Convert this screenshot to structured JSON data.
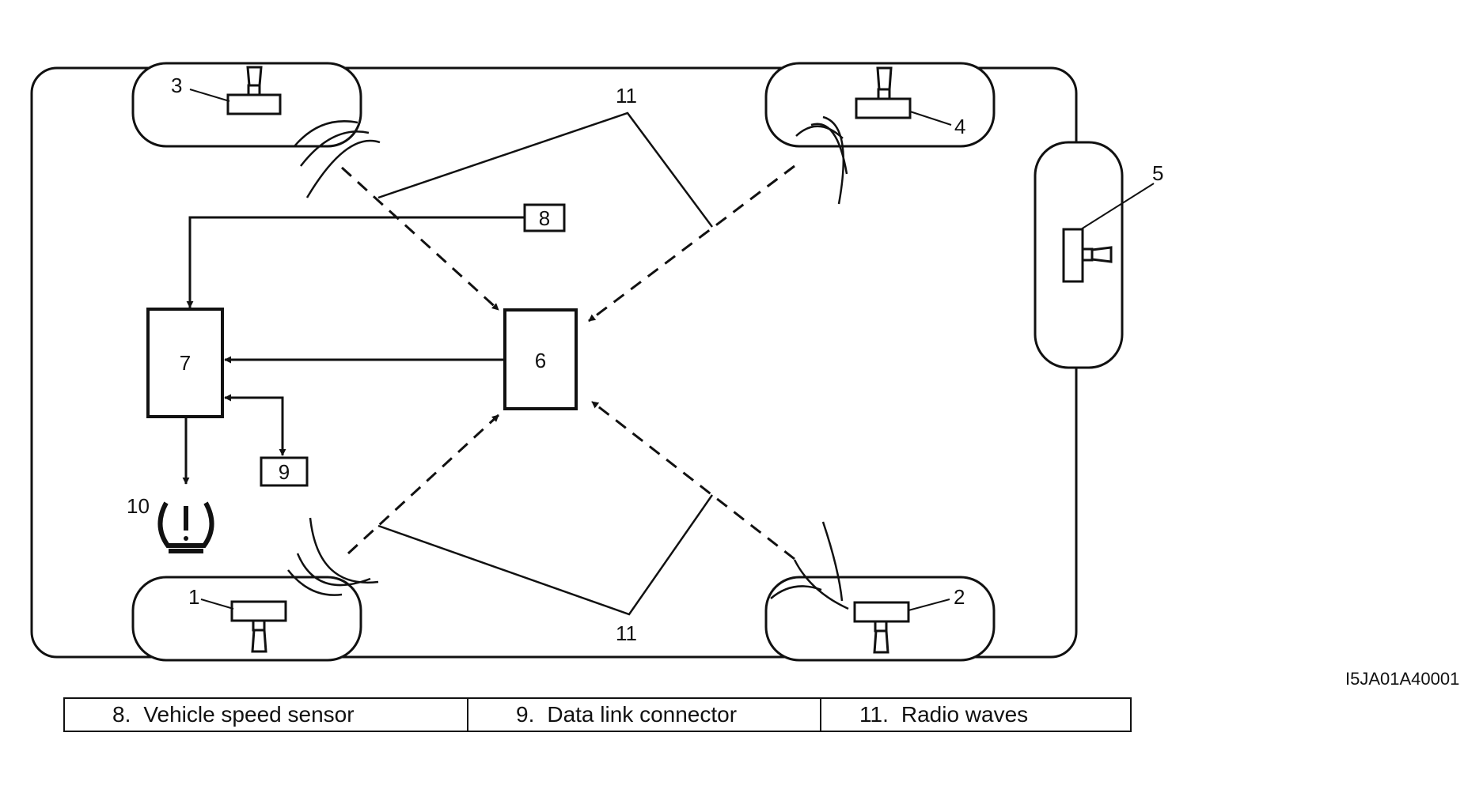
{
  "labels": {
    "front_left_sensor": "3",
    "front_right_sensor": "4",
    "rear_left_sensor": "1",
    "rear_right_sensor": "2",
    "spare_sensor": "5",
    "receiver": "6",
    "ecm": "7",
    "speed_sensor": "8",
    "data_link": "9",
    "warning_light": "10",
    "radio_waves_top": "11",
    "radio_waves_bottom": "11"
  },
  "figure_code": "I5JA01A40001",
  "legend": [
    {
      "num": "8.",
      "text": "Vehicle speed sensor"
    },
    {
      "num": "9.",
      "text": "Data link connector"
    },
    {
      "num": "11.",
      "text": "Radio waves"
    }
  ]
}
